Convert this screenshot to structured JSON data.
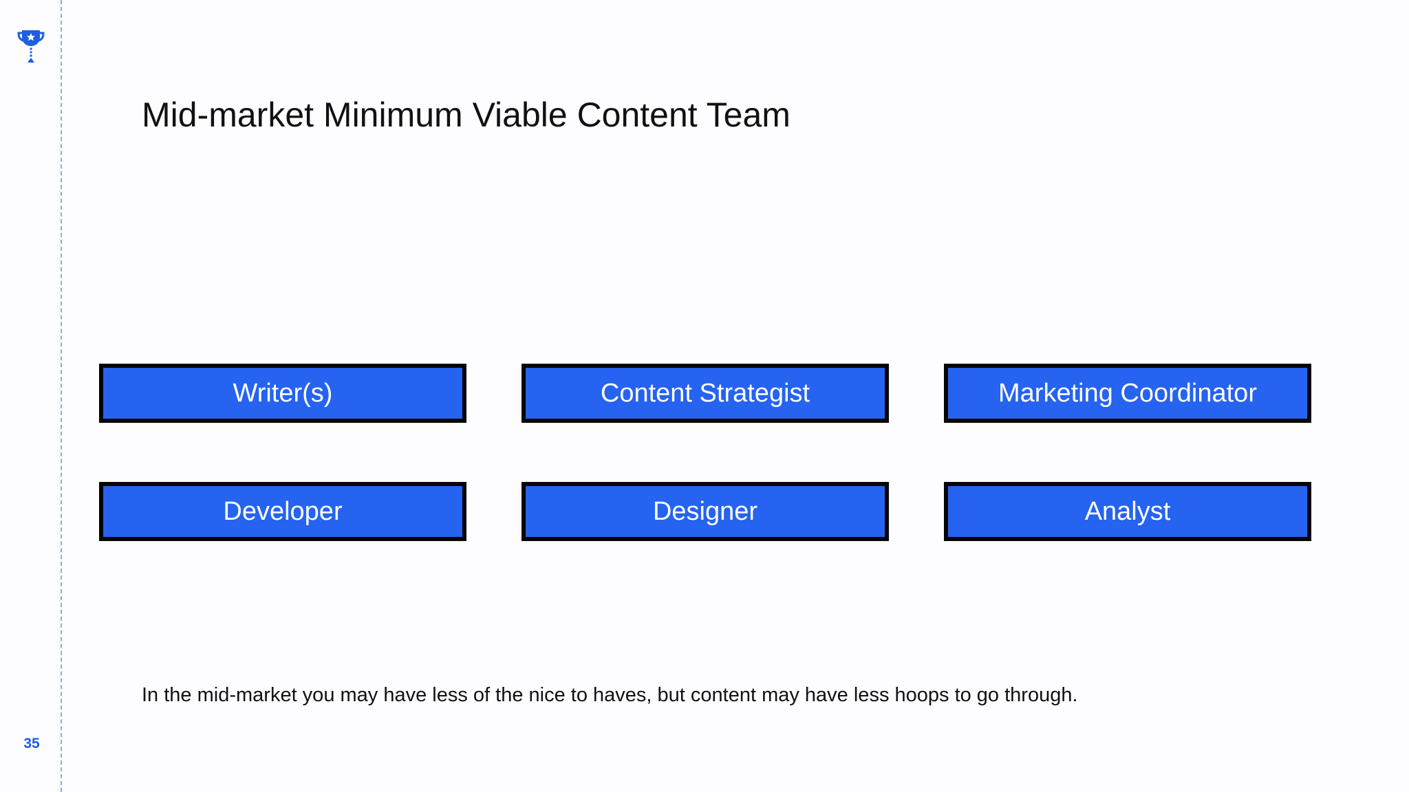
{
  "slide": {
    "title": "Mid-market Minimum Viable Content Team",
    "page_number": "35",
    "logo_icon": "trophy-icon",
    "accent_color": "#2563f0",
    "border_color": "#050505",
    "roles": [
      {
        "label": "Writer(s)"
      },
      {
        "label": "Content Strategist"
      },
      {
        "label": "Marketing Coordinator"
      },
      {
        "label": "Developer"
      },
      {
        "label": "Designer"
      },
      {
        "label": "Analyst"
      }
    ],
    "footnote": "In the mid-market you may have less of the nice to haves, but content may have less hoops to go through."
  }
}
